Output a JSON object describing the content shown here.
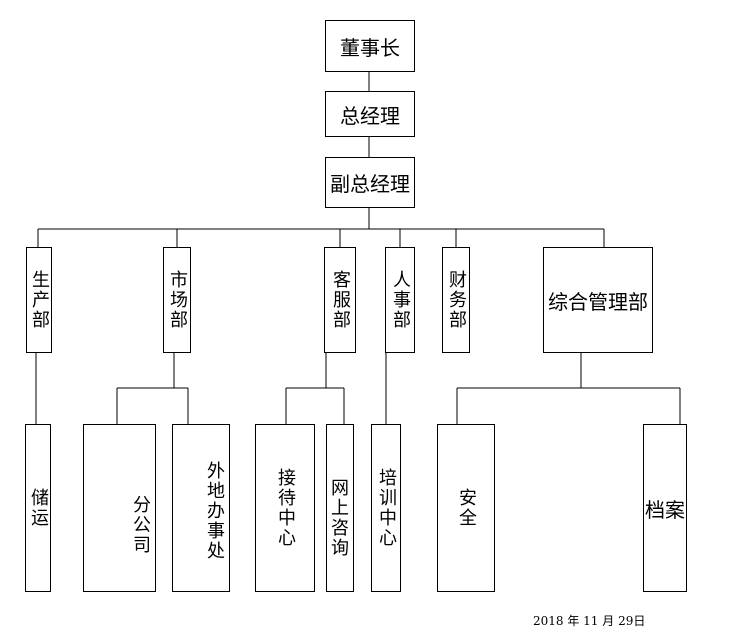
{
  "chart": {
    "chairman": "董事长",
    "ceo": "总经理",
    "vp": "副总经理",
    "departments": {
      "production": "生产部",
      "marketing": "市场部",
      "customer_service": "客服部",
      "hr": "人事部",
      "finance": "财务部",
      "general_admin": "综合管理部"
    },
    "units": {
      "storage_transport": "储运",
      "branch_company": "分公司",
      "external_office": "外地办事处",
      "reception_center": "接待中心",
      "online_inquiry": "网上咨询",
      "training_center": "培训中心",
      "safety": "安全",
      "archives": "档案"
    }
  },
  "footer": {
    "date": "2018 年 11 月 29日"
  }
}
